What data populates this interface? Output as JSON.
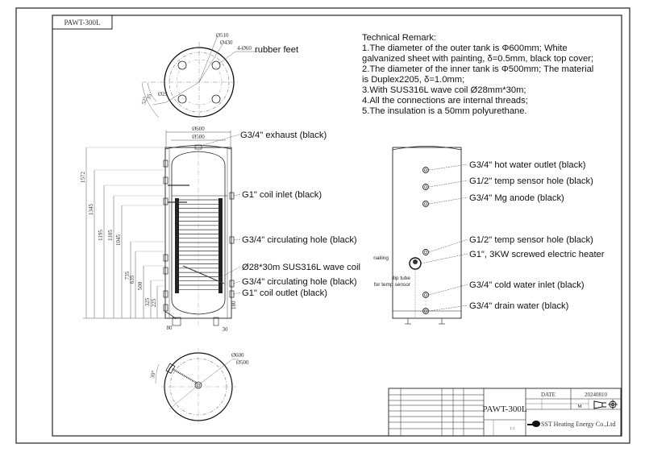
{
  "drawing": {
    "tab_label": "PAWT-300L",
    "model": "PAWT-300L"
  },
  "remarks": {
    "title": "Technical Remark:",
    "lines": [
      "1.The diameter of the outer tank is Φ600mm; White",
      "galvanized sheet with painting, δ=0.5mm,  black top cover;",
      "2.The diameter of the inner tank is Φ500mm; The material",
      "is Duplex2205, δ=1.0mm;",
      "3.With SUS316L wave coil Ø28mm*30m;",
      "4.All the connections are internal threads;",
      "5.The insulation is a 50mm polyurethane."
    ]
  },
  "top_view": {
    "dims": [
      "Ø510",
      "Ø430",
      "4-Ø60",
      "Ø25",
      "35",
      "52°"
    ],
    "feet_label": "rubber feet"
  },
  "side_view": {
    "width_dims": [
      "Ø600",
      "Ø500"
    ],
    "height_dims": [
      "1572",
      "1345",
      "1195",
      "1105",
      "1045",
      "735",
      "635",
      "500",
      "325",
      "225",
      "80",
      "30",
      "180"
    ],
    "callouts": [
      "G3/4\" exhaust (black)",
      "G1\" coil inlet (black)",
      "G3/4\" circulating hole (black)",
      "Ø28*30m SUS316L wave coil",
      "G3/4\" circulating hole (black)",
      "G1\" coil outlet (black)"
    ]
  },
  "front_view": {
    "callouts": [
      "G3/4\" hot water outlet (black)",
      "G1/2\" temp sensor hole (black)",
      "G3/4\" Mg anode (black)",
      "G1/2\" temp sensor hole (black)",
      "G1\", 3KW screwed electric heater",
      "G3/4\" cold water inlet (black)",
      "G3/4\" drain water (black)"
    ],
    "small_labels": [
      "nailing",
      "dip tube",
      "for temp sensor"
    ]
  },
  "bottom_view": {
    "dims": [
      "Ø600",
      "Ø500",
      "30°"
    ]
  },
  "title_block": {
    "date_label": "DATE",
    "date_value": "20240810",
    "company": "SST Heating Energy Co.,Ltd",
    "model": "PAWT-300L",
    "scale": "1:1",
    "sheet": "M"
  }
}
